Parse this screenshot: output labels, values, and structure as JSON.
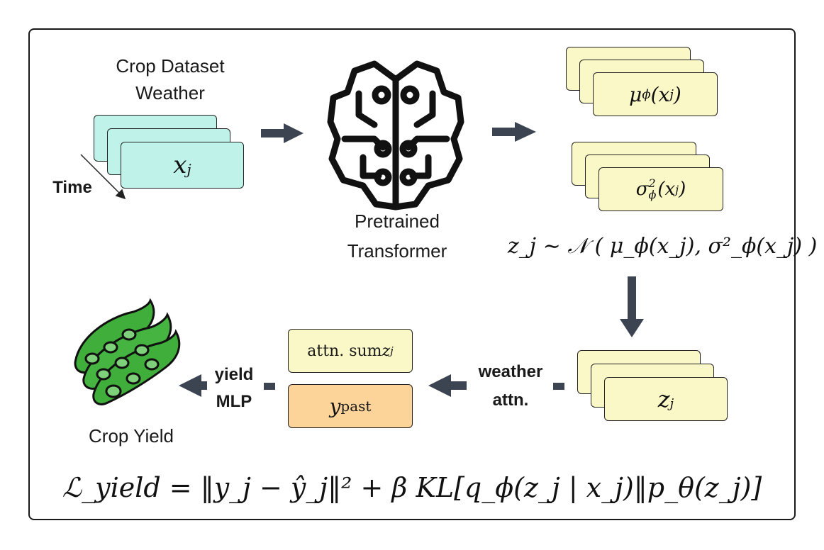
{
  "input": {
    "title_line1": "Crop Dataset",
    "title_line2": "Weather",
    "time_label": "Time",
    "card_symbol": "x",
    "card_sub": "j"
  },
  "transformer": {
    "line1": "Pretrained",
    "line2": "Transformer"
  },
  "posterior": {
    "mu_label": "μ",
    "mu_sub": "ϕ",
    "mu_arg": "(x",
    "mu_arg_sub": "j",
    "mu_close": ")",
    "sigma_label": "σ",
    "sigma_sup": "2",
    "sigma_sub": "ϕ",
    "sigma_arg": "(x",
    "sigma_arg_sub": "j",
    "sigma_close": ")",
    "sample_eq": "z_j ∼ 𝒩 ( μ_ϕ(x_j), σ²_ϕ(x_j) )"
  },
  "latent": {
    "card_symbol": "z",
    "card_sub": "j"
  },
  "weather_attn": {
    "line1": "weather",
    "line2": "attn."
  },
  "middle_cards": {
    "attn_sum_text": "attn. sum ",
    "attn_sum_var": "z",
    "attn_sum_sub": "j",
    "y_past_var": "y",
    "y_past_sub": "past"
  },
  "yield_mlp": {
    "line1": "yield",
    "line2": "MLP"
  },
  "output": {
    "label": "Crop Yield"
  },
  "loss": {
    "text": "ℒ_yield = ‖y_j − ŷ_j‖² + β KL[q_ϕ(z_j | x_j)‖p_θ(z_j)]"
  },
  "colors": {
    "input_card": "#bff3ea",
    "latent_card": "#fbf8c8",
    "ypast_card": "#fcd49a",
    "arrow": "#3d4451",
    "pod_green": "#3fae3a",
    "pod_dark": "#1f6e23"
  }
}
